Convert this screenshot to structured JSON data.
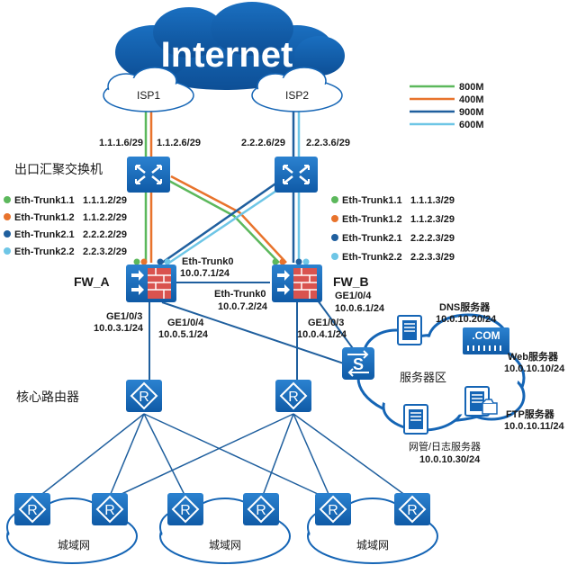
{
  "internet": {
    "label": "Internet"
  },
  "isp1": {
    "label": "ISP1"
  },
  "isp2": {
    "label": "ISP2"
  },
  "legend": {
    "items": [
      {
        "label": "800M",
        "color": "#5cb85c"
      },
      {
        "label": "400M",
        "color": "#e8732c"
      },
      {
        "label": "900M",
        "color": "#1f5f9e"
      },
      {
        "label": "600M",
        "color": "#6ec6e6"
      }
    ]
  },
  "ips": {
    "isp1_sw_a": "1.1.1.6/29",
    "isp1_sw_b": "1.1.2.6/29",
    "isp2_sw_a": "2.2.2.6/29",
    "isp2_sw_b": "2.2.3.6/29"
  },
  "agg_switch_label": "出口汇聚交换机",
  "fw_a": {
    "label": "FW_A",
    "trunks": [
      {
        "name": "Eth-Trunk1.1",
        "ip": "1.1.1.2/29",
        "color": "#5cb85c"
      },
      {
        "name": "Eth-Trunk1.2",
        "ip": "1.1.2.2/29",
        "color": "#e8732c"
      },
      {
        "name": "Eth-Trunk2.1",
        "ip": "2.2.2.2/29",
        "color": "#1f5f9e"
      },
      {
        "name": "Eth-Trunk2.2",
        "ip": "2.2.3.2/29",
        "color": "#6ec6e6"
      }
    ],
    "trunk0_name": "Eth-Trunk0",
    "trunk0_ip": "10.0.7.1/24",
    "ge103_name": "GE1/0/3",
    "ge103_ip": "10.0.3.1/24",
    "ge104_name": "GE1/0/4",
    "ge104_ip": "10.0.5.1/24"
  },
  "fw_b": {
    "label": "FW_B",
    "trunks": [
      {
        "name": "Eth-Trunk1.1",
        "ip": "1.1.1.3/29",
        "color": "#5cb85c"
      },
      {
        "name": "Eth-Trunk1.2",
        "ip": "1.1.2.3/29",
        "color": "#e8732c"
      },
      {
        "name": "Eth-Trunk2.1",
        "ip": "2.2.2.3/29",
        "color": "#1f5f9e"
      },
      {
        "name": "Eth-Trunk2.2",
        "ip": "2.2.3.3/29",
        "color": "#6ec6e6"
      }
    ],
    "trunk0_name": "Eth-Trunk0",
    "trunk0_ip": "10.0.7.2/24",
    "ge104_name": "GE1/0/4",
    "ge104_ip": "10.0.6.1/24",
    "ge103_name": "GE1/0/3",
    "ge103_ip": "10.0.4.1/24"
  },
  "server_zone": {
    "label": "服务器区",
    "switch_glyph": "S",
    "com_glyph": ".COM",
    "dns": {
      "name": "DNS服务器",
      "ip": "10.0.10.20/24"
    },
    "web": {
      "name": "Web服务器",
      "ip": "10.0.10.10/24"
    },
    "ftp": {
      "name": "FTP服务器",
      "ip": "10.0.10.11/24"
    },
    "log": {
      "name": "网管/日志服务器",
      "ip": "10.0.10.30/24"
    }
  },
  "core_router_label": "核心路由器",
  "router_glyph": "R",
  "metro": {
    "label": "城域网"
  }
}
